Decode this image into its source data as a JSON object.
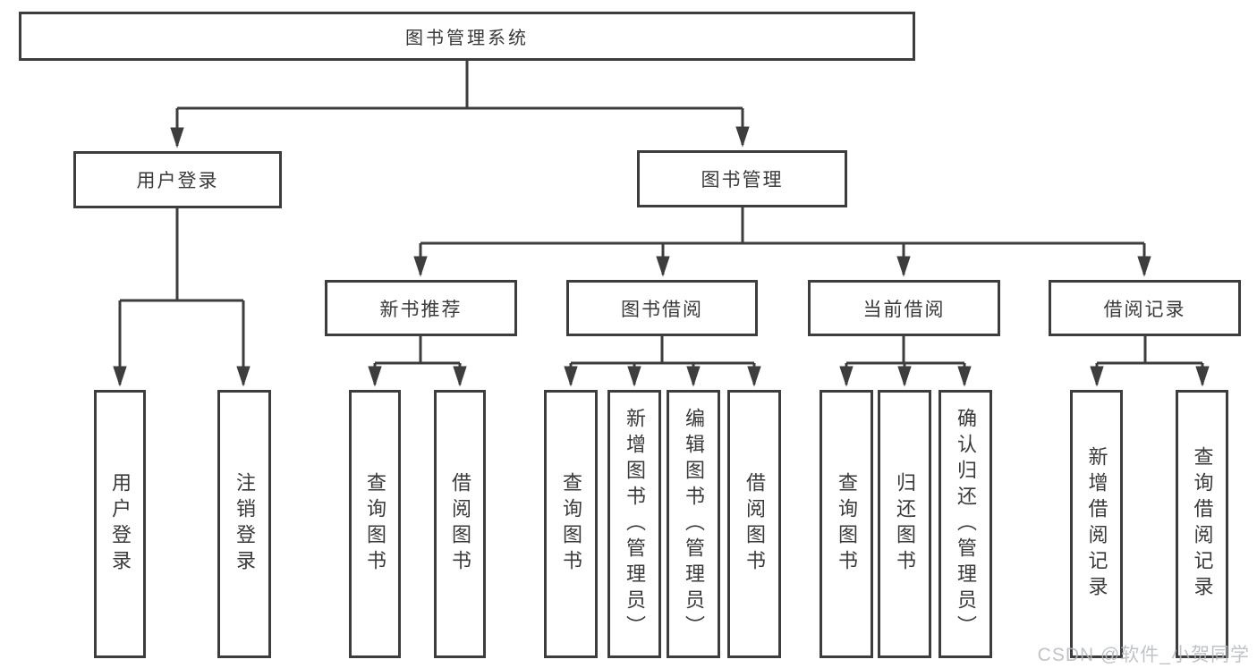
{
  "colors": {
    "line": "#3d3d3d",
    "box_border": "#3d3d3d",
    "text": "#3a3a3a",
    "watermark": "#b4b9bf",
    "background": "#ffffff"
  },
  "watermark": {
    "text": "CSDN @软件_小贺同学"
  },
  "tree": {
    "root": {
      "label": "图书管理系统"
    },
    "branches": [
      {
        "label": "用户登录",
        "children": [
          {
            "label": "用户登录"
          },
          {
            "label": "注销登录"
          }
        ]
      },
      {
        "label": "图书管理",
        "children": [
          {
            "label": "新书推荐",
            "children": [
              {
                "label": "查询图书"
              },
              {
                "label": "借阅图书"
              }
            ]
          },
          {
            "label": "图书借阅",
            "children": [
              {
                "label": "查询图书"
              },
              {
                "label": "新增图书（管理员）"
              },
              {
                "label": "编辑图书（管理员）"
              },
              {
                "label": "借阅图书"
              }
            ]
          },
          {
            "label": "当前借阅",
            "children": [
              {
                "label": "查询图书"
              },
              {
                "label": "归还图书"
              },
              {
                "label": "确认归还（管理员）"
              }
            ]
          },
          {
            "label": "借阅记录",
            "children": [
              {
                "label": "新增借阅记录"
              },
              {
                "label": "查询借阅记录"
              }
            ]
          }
        ]
      }
    ]
  }
}
